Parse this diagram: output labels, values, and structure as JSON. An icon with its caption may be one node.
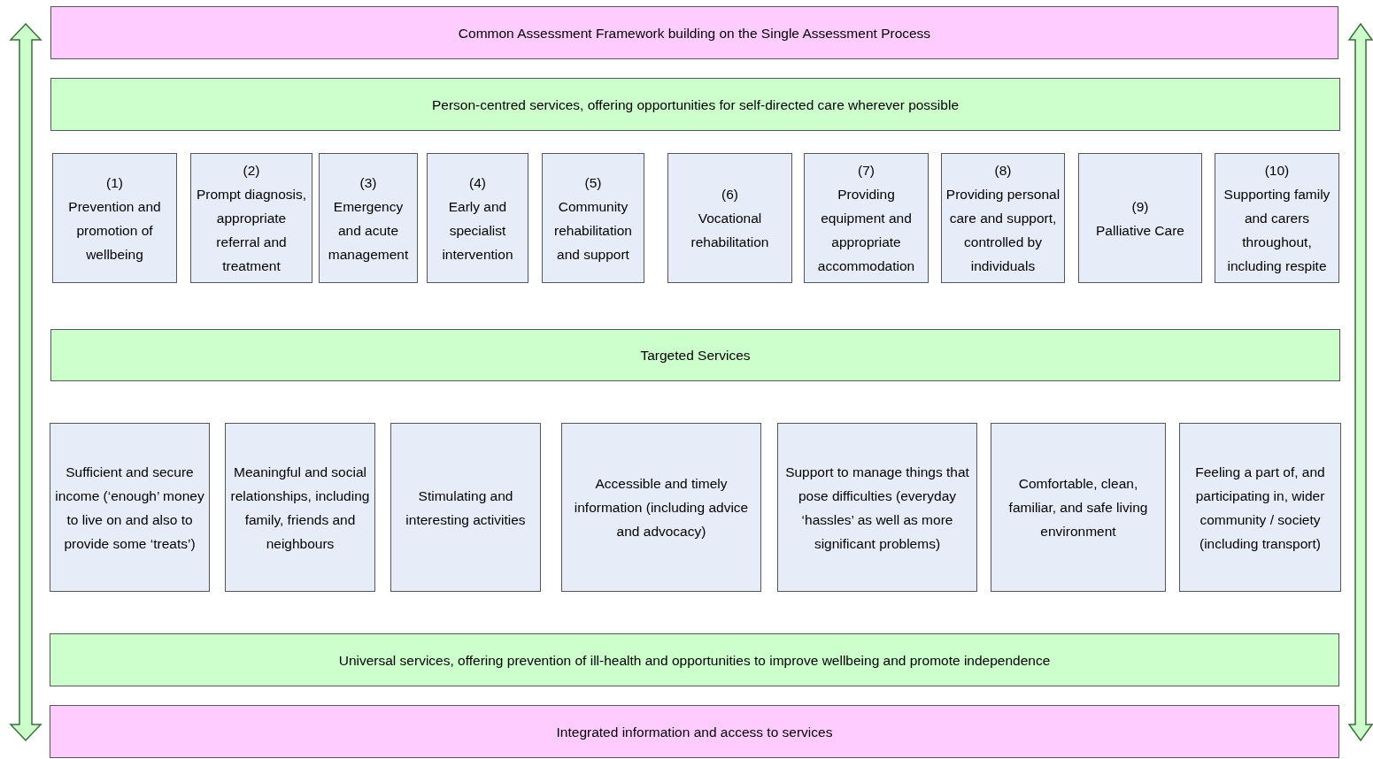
{
  "diagram": {
    "nodes": [
      {
        "text": [
          "Common Assessment Framework building on the Single Assessment Process"
        ]
      },
      {
        "text": [
          "Person-centred services, offering opportunities for self-directed care wherever possible"
        ]
      },
      {
        "text": [
          "(1)",
          "Prevention and promotion of wellbeing"
        ]
      },
      {
        "text": [
          "(2)",
          "Prompt diagnosis, appropriate referral and treatment"
        ]
      },
      {
        "text": [
          "(3)",
          "Emergency and acute management"
        ]
      },
      {
        "text": [
          "(4)",
          "Early and specialist intervention"
        ]
      },
      {
        "text": [
          "(5)",
          "Community rehabilitation and support"
        ]
      },
      {
        "text": [
          "(6)",
          "Vocational rehabilitation"
        ]
      },
      {
        "text": [
          "(7)",
          "Providing equipment and appropriate accommodation"
        ]
      },
      {
        "text": [
          "(8)",
          "Providing personal care and support, controlled by individuals"
        ]
      },
      {
        "text": [
          "(9)",
          "Palliative Care"
        ]
      },
      {
        "text": [
          "(10)",
          "Supporting family and carers throughout, including respite"
        ]
      },
      {
        "text": [
          "Targeted Services"
        ]
      },
      {
        "text": [
          "Sufficient and secure income (‘enough’ money to live on and also to provide some ‘treats’)"
        ]
      },
      {
        "text": [
          "Meaningful and social relationships, including family, friends and neighbours"
        ]
      },
      {
        "text": [
          "Stimulating and interesting activities"
        ]
      },
      {
        "text": [
          "Accessible and timely information (including advice and advocacy)"
        ]
      },
      {
        "text": [
          "Support to manage things that pose difficulties (everyday ‘hassles’ as well as more significant problems)"
        ]
      },
      {
        "text": [
          "Comfortable, clean, familiar, and safe living environment"
        ]
      },
      {
        "text": [
          "Feeling a part of, and participating in, wider community / society (including transport)"
        ]
      },
      {
        "text": [
          "Universal services, offering prevention of ill-health and opportunities to improve wellbeing and promote independence"
        ]
      },
      {
        "text": [
          "Integrated information and access to services"
        ]
      }
    ]
  }
}
